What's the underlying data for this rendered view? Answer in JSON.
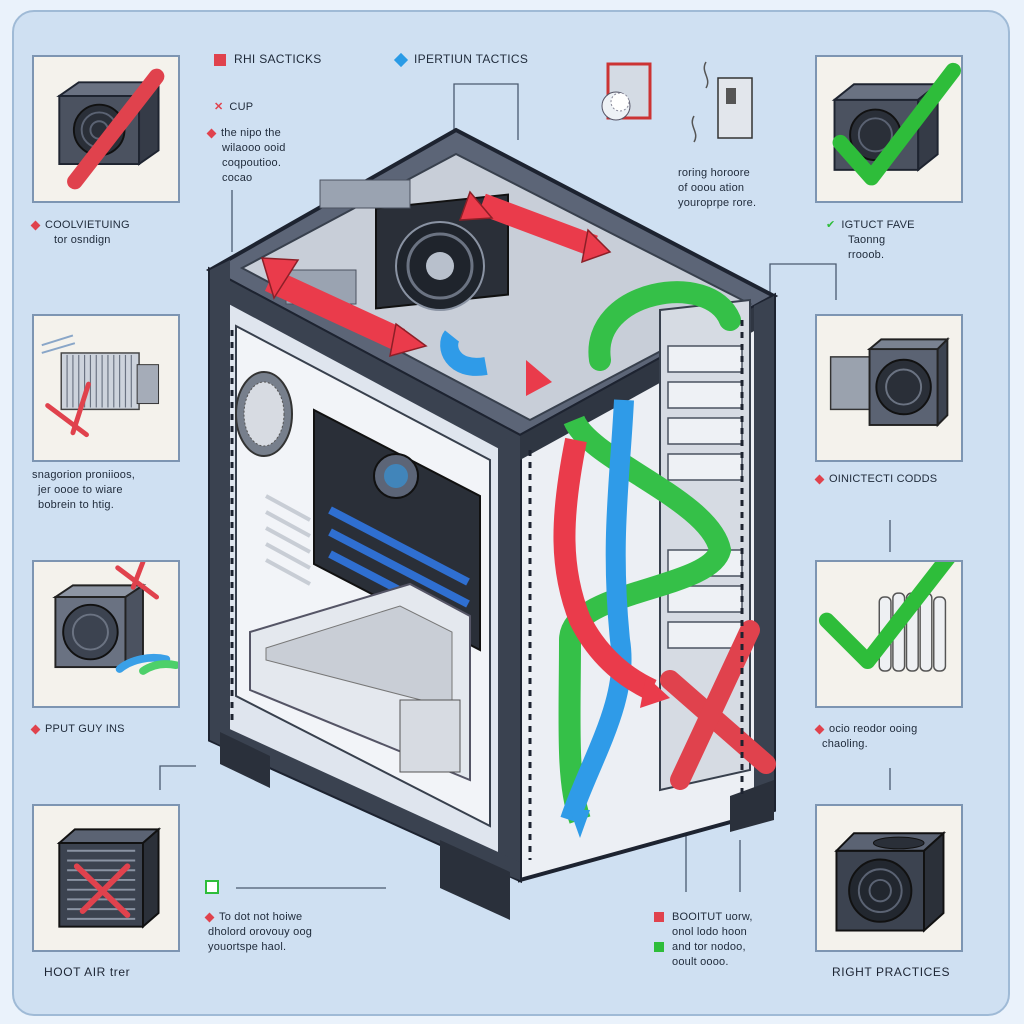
{
  "headings": {
    "left_title": "RHI SACTICKS",
    "right_title": "IPERTIUN TACTICS",
    "cup_line": "CUP",
    "intro_lines": [
      "the nipo the",
      "wilaooo ooid",
      "coqpoutioo.",
      "cocao"
    ]
  },
  "left_captions": {
    "cap1": [
      "COOLVIETUING",
      "tor osndign"
    ],
    "cap2": [
      "snagorion proniioos,",
      "jer oooe to wiare",
      "bobrein to htig."
    ],
    "cap3": [
      "PPUT GUY INS"
    ],
    "bottom": "HOOT AIR  trer"
  },
  "right_captions": {
    "top_center": [
      "roring horoore",
      "of ooou ation",
      "youroprpe rore."
    ],
    "cap1": [
      "IGTUCT FAVE",
      "Taonng",
      "rrooob."
    ],
    "cap2": [
      "OINICTECTI CODDS"
    ],
    "cap3": [
      "ocio reodor ooing",
      "chaoling."
    ],
    "bottom": "RIGHT PRACTICES"
  },
  "center_captions": {
    "bottom_left": [
      "To dot not hoiwe",
      "dholord orovouy oog",
      "youortspe haol."
    ],
    "bottom_right": [
      "BOOITUT uorw,",
      "onol lodo hoon",
      "and tor nodoo,",
      "ooult oooo."
    ]
  },
  "colors": {
    "bad": "#e0424d",
    "good": "#2ebd3a",
    "airflow_red": "#ea3b4b",
    "airflow_blue": "#2f9be8",
    "airflow_green": "#35c048",
    "case_dark": "#3a4250",
    "panel_bg": "#cfe0f2"
  },
  "icons": [
    "psu-icon",
    "radiator-icon",
    "heatsink-icon",
    "fan-icon",
    "cross-icon",
    "check-icon",
    "ssd-icon"
  ]
}
